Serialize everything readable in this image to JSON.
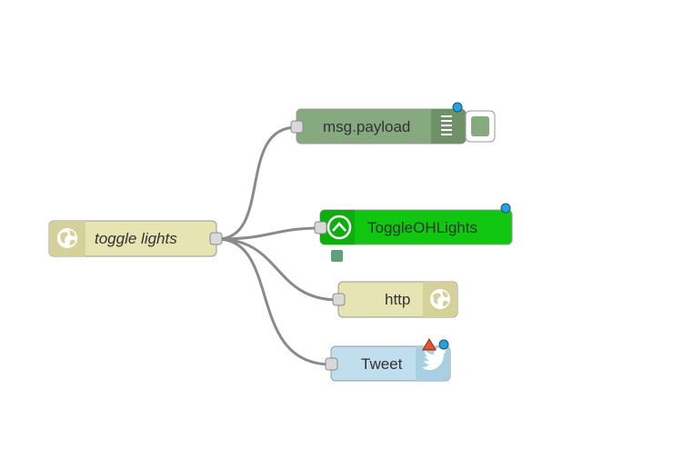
{
  "flow": {
    "nodes": {
      "inject": {
        "label": "toggle lights",
        "icon": "globe-icon",
        "color": "#e6e4b3"
      },
      "debug": {
        "label": "msg.payload",
        "icon": "list-lines-icon",
        "color": "#87a980",
        "status_dot_color": "#1ea5e0"
      },
      "openhab": {
        "label": "ToggleOHLights",
        "icon": "openhab-icon",
        "color": "#11c611",
        "status_dot_color": "#1ea5e0",
        "badge_color": "#5ea07a"
      },
      "http": {
        "label": "http",
        "icon": "globe-icon",
        "color": "#e6e4b3"
      },
      "twitter": {
        "label": "Tweet",
        "icon": "twitter-bird-icon",
        "color": "#c0deed",
        "warning_color": "#e8572b",
        "status_dot_color": "#1ea5e0"
      }
    },
    "wire_color": "#8a8a8a"
  }
}
